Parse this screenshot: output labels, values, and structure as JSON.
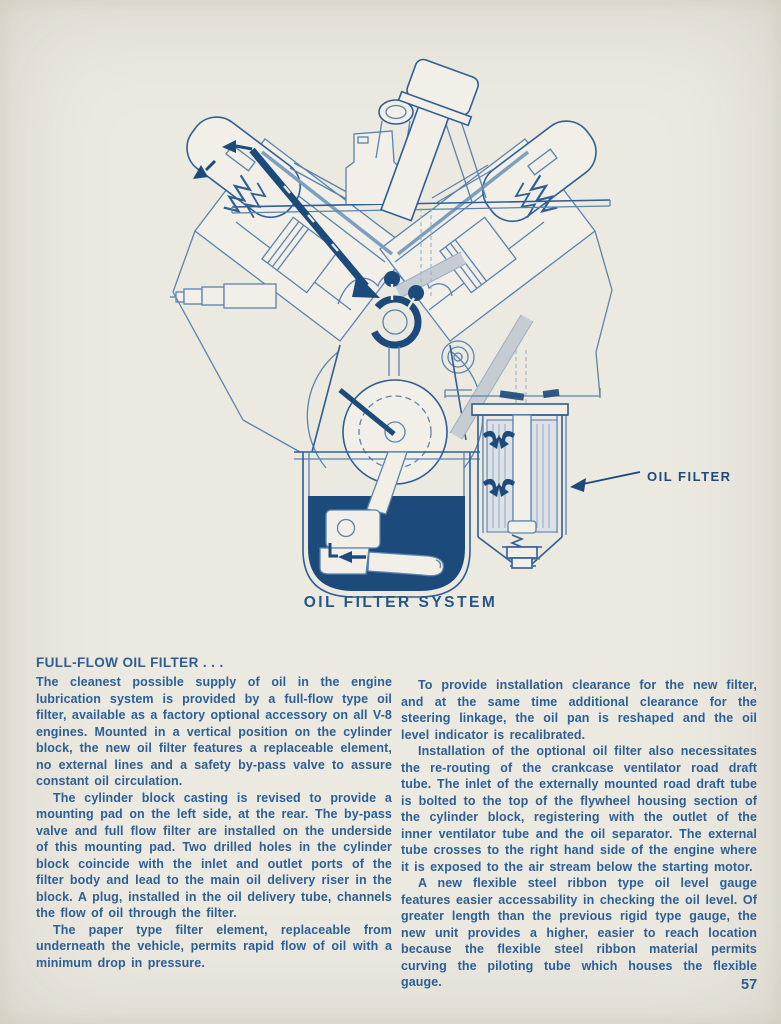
{
  "page": {
    "number": "57",
    "paper_color": "#ECE9E1",
    "ink_color": "#2C5F94",
    "dark_ink_color": "#1C4A7B"
  },
  "figure": {
    "caption": "OIL FILTER SYSTEM",
    "callout_label": "OIL FILTER"
  },
  "article": {
    "heading": "FULL-FLOW OIL FILTER .  .  .",
    "columns": {
      "left": [
        "The cleanest possible supply of oil in the engine lubrication system is provided by a full-flow type oil filter, available as a factory optional accessory on all V-8 engines. Mounted in a vertical position on the cylinder block, the new oil filter features a replaceable element, no external lines and a safety by-pass valve to assure constant oil circulation.",
        "The cylinder block casting is revised to provide a mounting pad on the left side, at the rear. The by-pass valve and full flow filter are installed on the underside of this mounting pad. Two drilled holes in the cylinder block coincide with the inlet and outlet ports of the filter body and lead to the main oil delivery riser in the block. A plug, installed in the oil delivery tube, channels the flow of oil through the filter.",
        "The paper type filter element, replaceable from underneath the vehicle, permits rapid flow of oil with a minimum drop in pressure."
      ],
      "right": [
        "To provide installation clearance for the new filter, and at the same time additional clearance for the steering linkage, the oil pan is reshaped and the oil level indicator is recalibrated.",
        "Installation of the optional oil filter also necessitates the re-routing of the crankcase ventilator road draft tube. The inlet of the externally mounted road draft tube is bolted to the top of the flywheel housing section of the cylinder block, registering with the outlet of the inner ventilator tube and the oil separator. The external tube crosses to the right hand side of the engine where it is exposed to the air stream below the starting motor.",
        "A new flexible steel ribbon type oil level gauge features easier accessability in checking the oil level. Of greater length than the previous rigid type gauge, the new unit provides a higher, easier to reach location because the flexible steel ribbon material permits curving the piloting tube which houses the flexible gauge."
      ]
    }
  }
}
